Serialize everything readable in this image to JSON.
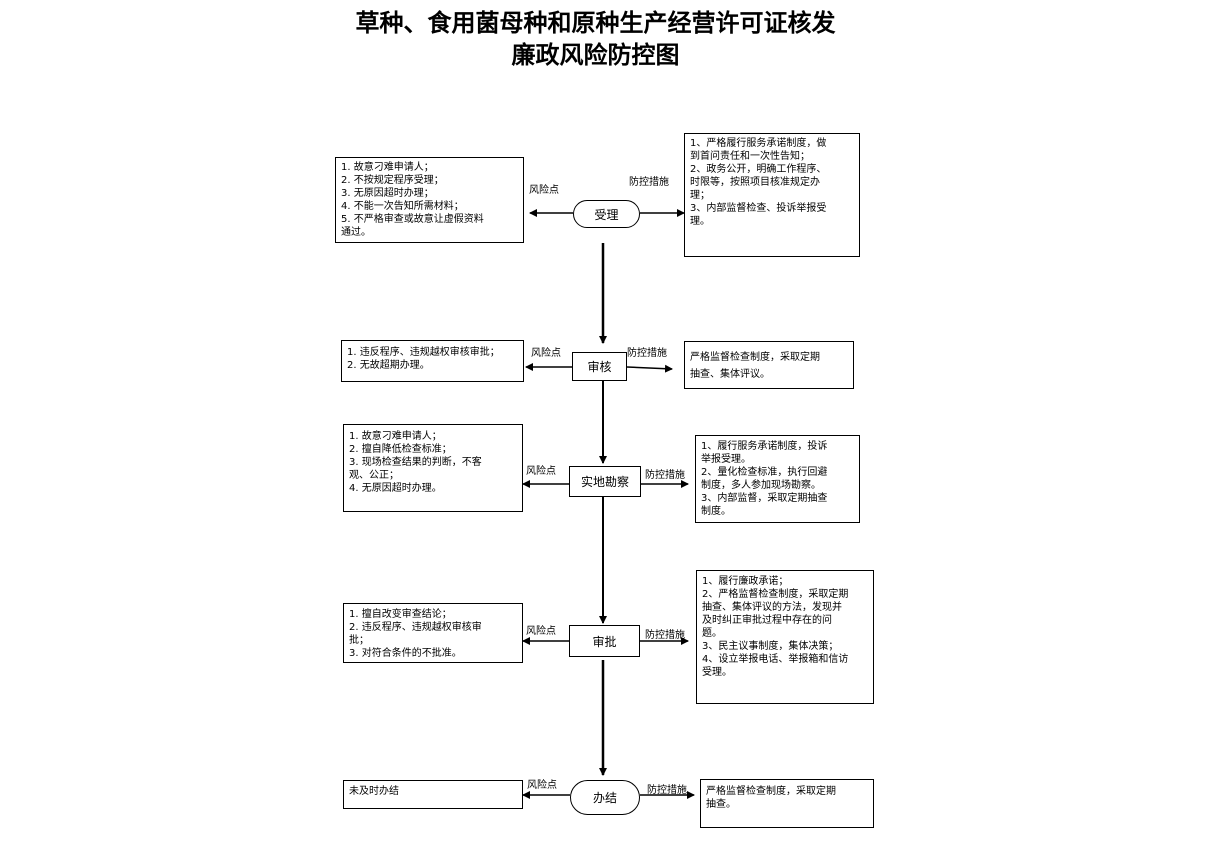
{
  "title": {
    "line1": "草种、食用菌母种和原种生产经营许可证核发",
    "line2": "廉政风险防控图"
  },
  "labels": {
    "risk": "风险点",
    "control": "防控措施"
  },
  "steps": [
    {
      "name": "受理",
      "risks": [
        "1. 故意刁难申请人；",
        "2. 不按规定程序受理；",
        "3. 无原因超时办理；",
        "4. 不能一次告知所需材料；",
        "5. 不严格审查或故意让虚假资料",
        "通过。"
      ],
      "controls": [
        "1、严格履行服务承诺制度，做",
        "到首问责任和一次性告知；",
        "2、政务公开，明确工作程序、",
        "时限等，按照项目核准规定办",
        "理；",
        "3、内部监督检查、投诉举报受",
        "理。"
      ]
    },
    {
      "name": "审核",
      "risks": [
        "1. 违反程序、违规越权审核审批；",
        "2.  无故超期办理。"
      ],
      "controls": [
        "严格监督检查制度，采取定期",
        "抽查、集体评议。"
      ]
    },
    {
      "name": "实地勘察",
      "risks": [
        "1.  故意刁难申请人；",
        "2.  擅自降低检查标准；",
        "3.  现场检查结果的判断，不客",
        "观、公正；",
        "4.  无原因超时办理。"
      ],
      "controls": [
        "1、履行服务承诺制度，投诉",
        "举报受理。",
        "2、量化检查标准，执行回避",
        "制度，多人参加现场勘察。",
        "3、内部监督，采取定期抽查",
        "制度。"
      ]
    },
    {
      "name": "审批",
      "risks": [
        "1.  擅自改变审查结论；",
        "2.  违反程序、违规越权审核审",
        "批；",
        "3.  对符合条件的不批准。"
      ],
      "controls": [
        "1、履行廉政承诺；",
        "2、严格监督检查制度，采取定期",
        "抽查、集体评议的方法，发现并",
        "及时纠正审批过程中存在的问",
        "题。",
        "3、民主议事制度，集体决策；",
        "4、设立举报电话、举报箱和信访",
        "受理。"
      ]
    },
    {
      "name": "办结",
      "risks": [
        "未及时办结"
      ],
      "controls": [
        "严格监督检查制度，采取定期",
        "抽查。"
      ]
    }
  ]
}
